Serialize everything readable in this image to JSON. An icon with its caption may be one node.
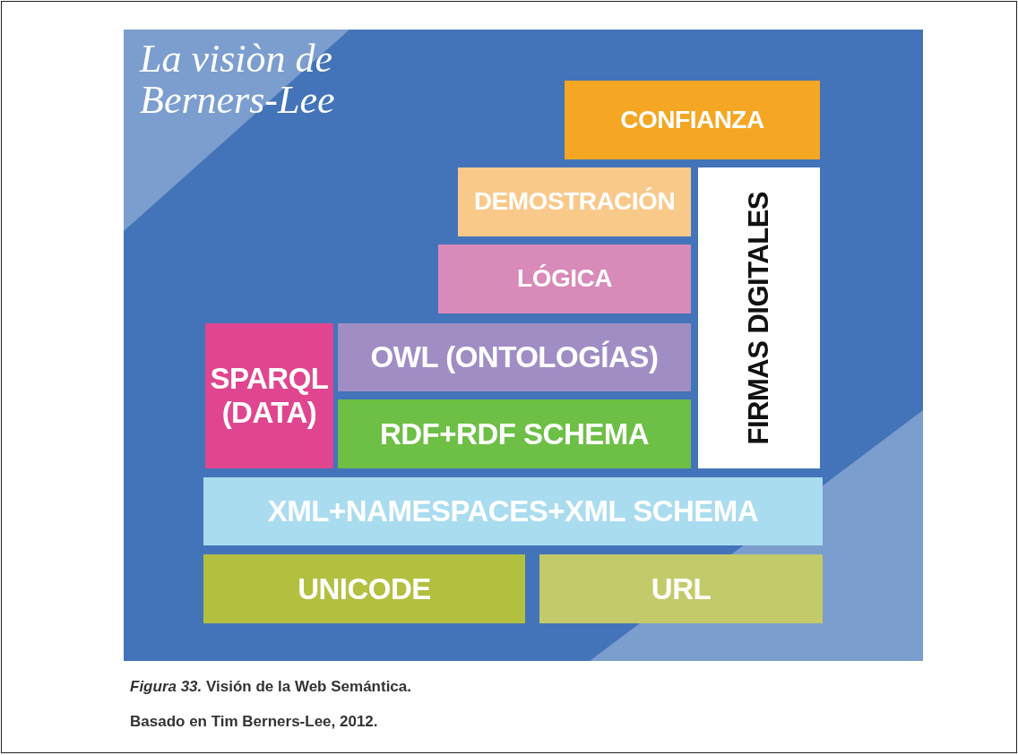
{
  "diagram": {
    "title": "La visiòn de Berners-Lee",
    "caption": "*Figura 33.* Visión de la Web Semántica.",
    "nodes": [
      {
        "text": [
          "CONFIANZA"
        ]
      },
      {
        "text": [
          "DEMOSTRACIÓN"
        ]
      },
      {
        "text": [
          "FIRMAS DIGITALES"
        ]
      },
      {
        "text": [
          "LÓGICA"
        ]
      },
      {
        "text": [
          "SPARQL (DATA)"
        ]
      },
      {
        "text": [
          "OWL (ONTOLOGÍAS)"
        ]
      },
      {
        "text": [
          "RDF+RDF SCHEMA"
        ]
      },
      {
        "text": [
          "XML+NAMESPACES+XML SCHEMA"
        ]
      },
      {
        "text": [
          "UNICODE"
        ]
      },
      {
        "text": [
          "URL"
        ]
      }
    ],
    "labels": [
      "Basado en Tim Berners-Lee, 2012."
    ]
  }
}
